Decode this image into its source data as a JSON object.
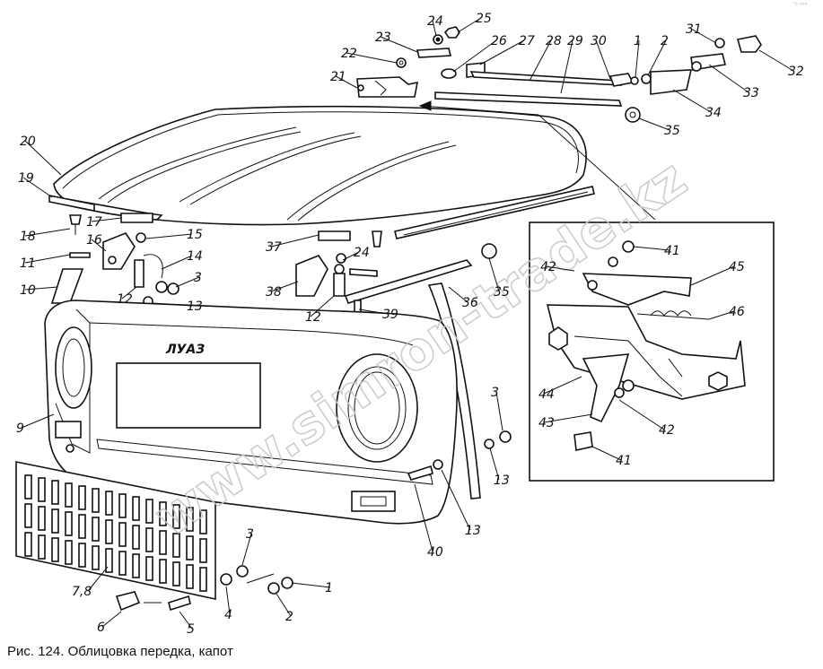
{
  "caption": "Рис. 124. Облицовка передка, капот",
  "logo_text": "ЛУАЗ",
  "watermark": "www.simron-trade.kz",
  "corner_mark": "ʹ³ ⁰⁰⁰",
  "callouts": [
    "1",
    "2",
    "3",
    "4",
    "5",
    "6",
    "7,8",
    "9",
    "10",
    "11",
    "12",
    "13",
    "14",
    "15",
    "16",
    "17",
    "18",
    "19",
    "20",
    "21",
    "22",
    "23",
    "24",
    "25",
    "26",
    "27",
    "28",
    "29",
    "30",
    "31",
    "32",
    "33",
    "34",
    "35",
    "36",
    "37",
    "38",
    "39",
    "40",
    "41",
    "42",
    "43",
    "44",
    "45",
    "46"
  ],
  "labels": {
    "n1a": "1",
    "n2a": "2",
    "n24a": "24",
    "n25": "25",
    "n23": "23",
    "n22": "22",
    "n26": "26",
    "n27": "27",
    "n28": "28",
    "n29": "29",
    "n30": "30",
    "n31": "31",
    "n32": "32",
    "n21": "21",
    "n33": "33",
    "n34": "34",
    "n35a": "35",
    "n20": "20",
    "n19": "19",
    "n18": "18",
    "n17": "17",
    "n16": "16",
    "n15": "15",
    "n14": "14",
    "n3a": "3",
    "n11": "11",
    "n10": "10",
    "n12a": "12",
    "n13a": "13",
    "n37": "37",
    "n24b": "24",
    "n38": "38",
    "n12b": "12",
    "n39": "39",
    "n35b": "35",
    "n36": "36",
    "n9": "9",
    "n3b": "3",
    "n13b": "13",
    "n13c": "13",
    "n40": "40",
    "n41a": "41",
    "n42a": "42",
    "n45": "45",
    "n46": "46",
    "n44": "44",
    "n43": "43",
    "n42b": "42",
    "n41b": "41",
    "n78": "7,8",
    "n6": "6",
    "n5": "5",
    "n3c": "3",
    "n4": "4",
    "n1b": "1",
    "n2b": "2"
  }
}
